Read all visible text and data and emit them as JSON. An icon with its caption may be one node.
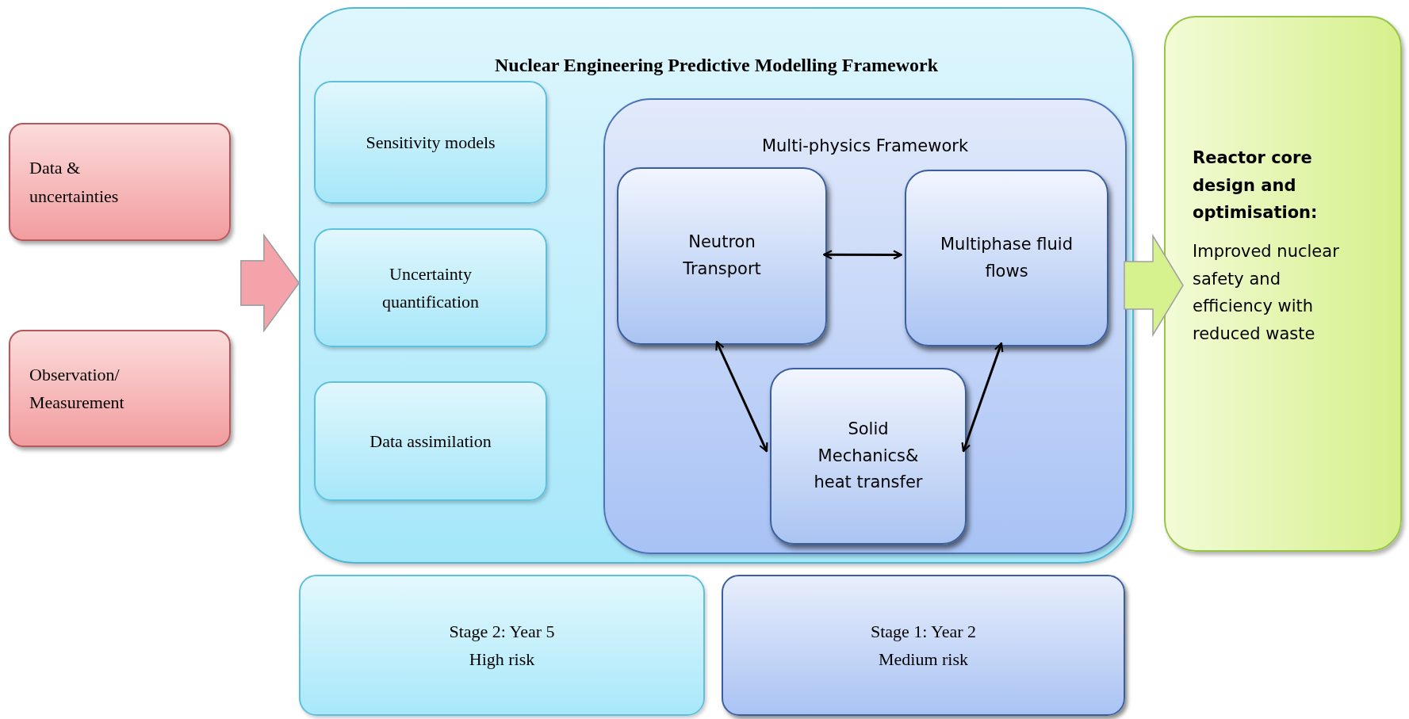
{
  "diagram": {
    "nodes": [
      {
        "text": [
          "Data & uncertainties"
        ]
      },
      {
        "text": [
          "Observation/ Measurement"
        ]
      },
      {
        "text": [
          "Nuclear Engineering Predictive Modelling Framework"
        ]
      },
      {
        "text": [
          "Sensitivity models"
        ],
        "in": 2
      },
      {
        "text": [
          "Uncertainty quantification"
        ],
        "in": 2
      },
      {
        "text": [
          "Data assimilation"
        ],
        "in": 2
      },
      {
        "text": [
          "Multi-physics Framework"
        ],
        "in": 2
      },
      {
        "text": [
          "Neutron Transport"
        ],
        "in": 6
      },
      {
        "text": [
          "Multiphase fluid flows"
        ],
        "in": 6
      },
      {
        "text": [
          "Solid Mechanics& heat transfer"
        ],
        "in": 6
      },
      {
        "text": [
          "Reactor core design and optimisation:",
          "Improved nuclear safety and efficiency with reduced waste"
        ]
      },
      {
        "text": [
          "Stage 2: Year 5",
          "High risk"
        ]
      },
      {
        "text": [
          "Stage 1: Year 2",
          "Medium risk"
        ]
      }
    ],
    "edges": [
      {
        "from": 0,
        "to": 2,
        "arrow": "to",
        "style": "thick",
        "color": "#f4a3ab"
      },
      {
        "from": 1,
        "to": 2,
        "arrow": "to",
        "style": "thick",
        "color": "#f4a3ab"
      },
      {
        "from": 7,
        "to": 8,
        "arrow": "both"
      },
      {
        "from": 7,
        "to": 9,
        "arrow": "both"
      },
      {
        "from": 8,
        "to": 9,
        "arrow": "both"
      },
      {
        "from": 2,
        "to": 10,
        "arrow": "to",
        "style": "thick",
        "color": "#d6f28e"
      }
    ]
  }
}
